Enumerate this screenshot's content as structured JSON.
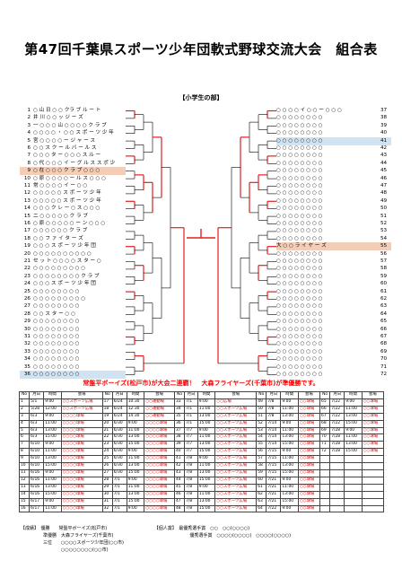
{
  "title": "第47回千葉県スポーツ少年団軟式野球交流大会　組合表",
  "subtitle": "【小学生の部】",
  "left_teams": [
    {
      "num": "1",
      "name": "○ 山 日 ○ ○ クラ ブ ル ー ト"
    },
    {
      "num": "2",
      "name": "井 川 ○ ○ ッ ジ ー ズ"
    },
    {
      "num": "3",
      "name": "一 ○ ○ ○ 山 ○ ○ ○ ○ ク ラ ブ"
    },
    {
      "num": "4",
      "name": "○ ○ ○ ○ ・ ○ ○ ス ポ ー ツ 少 年"
    },
    {
      "num": "5",
      "name": "宮 ○ ○ ○ ○ ー ジ ャ ー ス"
    },
    {
      "num": "6",
      "name": "○ ○ ス ク ー ル バ ー ル ス"
    },
    {
      "num": "7",
      "name": "○ ○ ○ タ ー ○ ○ ○ ス ル ー"
    },
    {
      "num": "8",
      "name": "○ 代 ○ ○ ○ イ ー グ ル ス ス ポ 少"
    },
    {
      "num": "9",
      "name": "○ 在 ○ ○ ○ ク ラ ブ ○ ○ ○"
    },
    {
      "num": "10",
      "name": "○ 原 ○ ○ ○ ○ ー ル ス ○ ○ ○"
    },
    {
      "num": "11",
      "name": "常 ○ ○ ○ ○ イ ー ○ ○"
    },
    {
      "num": "12",
      "name": "○ ○ ○ ○ ○ ス ポ ー ツ 少 年"
    },
    {
      "num": "13",
      "name": "○ ○ ○ ○ ○ ス ポ ー ツ 少 年"
    },
    {
      "num": "14",
      "name": "○ ○ ○ ク レ ー ○ ス ○ ○ ○"
    },
    {
      "num": "15",
      "name": "二 ○ ○ ○ ○ ○ ク ラ ブ"
    },
    {
      "num": "16",
      "name": "○ 原 ○ ○ ○ ○ ○ ー ン ○ ○ ○"
    },
    {
      "num": "17",
      "name": "○ ○ ○ ○ ○ ○ ク ラ ブ"
    },
    {
      "num": "18",
      "name": "○ ○ フ ァ イ タ ー ズ"
    },
    {
      "num": "19",
      "name": "○ ○ ○ ス ポ ー ツ 少 年 団"
    },
    {
      "num": "20",
      "name": "○ ○ ○ ○ ○ ○ ○ ○ ○ ○"
    },
    {
      "num": "21",
      "name": "セ ッ ト ○ ○ ○ ○ ス タ ー ○"
    },
    {
      "num": "22",
      "name": "○ ○ ○ ○ ○ ○ ○ ○ ○"
    },
    {
      "num": "23",
      "name": "○ ○ ○ ○ ○ ○ ○ ○ ク ラ ブ"
    },
    {
      "num": "24",
      "name": "○ ○ ○ ス ポ ー ツ 少 年 団"
    },
    {
      "num": "25",
      "name": "○ ○ ○ ○ ○ ○ ○ ○"
    },
    {
      "num": "26",
      "name": "○ ○ ○ ○ ○ ○ ○ ○ ○"
    },
    {
      "num": "27",
      "name": "○ ○ ○ ○ ○ ○ ○ ○"
    },
    {
      "num": "28",
      "name": "○ ○ ス タ ー ○ ○"
    },
    {
      "num": "29",
      "name": "○ ○ ○ ○ ○ ○ ○ ○"
    },
    {
      "num": "30",
      "name": "○ ○ ○ ○ ○ ○ ○ ○"
    },
    {
      "num": "31",
      "name": "○ ○ ○ ○ ○ ○ ○ ○"
    },
    {
      "num": "32",
      "name": "○ ○ ○ ○ ○ ○ ○ ○"
    },
    {
      "num": "33",
      "name": "○ ○ ○ ○ ○ ○ ○ ○"
    },
    {
      "num": "34",
      "name": "○ ○ ○ ○ ○ ○ ○ ○"
    },
    {
      "num": "35",
      "name": "○ ○ ○ ○ ○ ○ ○ ○"
    },
    {
      "num": "36",
      "name": "○ ○ ○ ○ ○ ○ ○ ○"
    }
  ],
  "right_teams": [
    {
      "num": "37",
      "name": "○ ○ ○ ○ イ ○ ○ ー ○ ○ ○"
    },
    {
      "num": "38",
      "name": "○ ○ ○ ○ ○ ○ ○ ○"
    },
    {
      "num": "39",
      "name": "○ ○ ○ ○ ○ ○ ○ ○"
    },
    {
      "num": "40",
      "name": "○ ○ ○ ○ ○ ○ ○ ○"
    },
    {
      "num": "41",
      "name": "○ ○ ○ ○ ○ ○ ○ ○"
    },
    {
      "num": "42",
      "name": "○ ○ ○ ○ ○ ○ ○ ○"
    },
    {
      "num": "43",
      "name": "○ ○ ○ ○ ○ ○ ○ ○"
    },
    {
      "num": "44",
      "name": "○ ○ ○ ○ ○ ○ ○ ○"
    },
    {
      "num": "45",
      "name": "○ ○ ○ ○ ○ ○ ○ ○"
    },
    {
      "num": "46",
      "name": "○ ○ ○ ○ ○ ○ ○ ○"
    },
    {
      "num": "47",
      "name": "○ ○ ○ ○ ○ ○ ○ ○"
    },
    {
      "num": "48",
      "name": "○ ○ ○ ○ ○ ○ ○ ○"
    },
    {
      "num": "49",
      "name": "○ ○ ○ ○ ○ ○ ○ ○"
    },
    {
      "num": "50",
      "name": "○ ○ ○ ○ ○ ○ ○ ○"
    },
    {
      "num": "51",
      "name": "○ ○ ○ ○ ○ ○ ○ ○"
    },
    {
      "num": "52",
      "name": "○ ○ ○ ○ ○ ○ ○ ○"
    },
    {
      "num": "53",
      "name": "○ ○ ○ ○ ○ ○ ○ ○"
    },
    {
      "num": "54",
      "name": "○ ○ ○ ○ ○ ○ ○ ○"
    },
    {
      "num": "55",
      "name": "大 ○ ○ ラ イ ヤ ー ズ"
    },
    {
      "num": "56",
      "name": "○ ○ ○ ○ ○ ○ ○ ○"
    },
    {
      "num": "57",
      "name": "○ ○ ○ ○ ○ ○ ○ ○"
    },
    {
      "num": "58",
      "name": "○ ○ ○ ○ ○ ○ ○ ○"
    },
    {
      "num": "59",
      "name": "○ ○ ○ ○ ○ ○ ○ ○"
    },
    {
      "num": "60",
      "name": "○ ○ ○ ○ ○ ○ ○ ○"
    },
    {
      "num": "61",
      "name": "○ ○ ○ ○ ○ ○ ○ ○"
    },
    {
      "num": "62",
      "name": "○ ○ ○ ○ ○ ○ ○ ○"
    },
    {
      "num": "63",
      "name": "○ ○ ○ ○ ○ ○ ○ ○"
    },
    {
      "num": "64",
      "name": "○ ○ ○ ○ ○ ○ ○ ○"
    },
    {
      "num": "65",
      "name": "○ ○ ○ ○ ○ ○ ○ ○"
    },
    {
      "num": "66",
      "name": "○ ○ ○ ○ ○ ○ ○ ○"
    },
    {
      "num": "67",
      "name": "○ ○ ○ ○ ○ ○ ○ ○"
    },
    {
      "num": "68",
      "name": "○ ○ ○ ○ ○ ○ ○ ○"
    },
    {
      "num": "69",
      "name": "○ ○ ○ ○ ○ ○ ○ ○"
    },
    {
      "num": "70",
      "name": "○ ○ ○ ○ ○ ○ ○ ○"
    },
    {
      "num": "71",
      "name": "○ ○ ○ ○ ○ ○ ○ ○"
    },
    {
      "num": "72",
      "name": "○ ○ ○ ○ ○ ○ ○ ○"
    }
  ],
  "highlights": {
    "left": [
      9
    ],
    "right": [
      19
    ],
    "left_blue": [
      36
    ],
    "right_blue": [
      5
    ]
  },
  "colors": {
    "winner_line": "#e02020",
    "highlight": "#f3cdb7",
    "banner": "#ff0000"
  },
  "banner": "常盤平ボーイズ(松戸市)が大会二連覇！　大森フライヤーズ(千葉市)が準優勝です。",
  "schedule": {
    "headers": [
      "No",
      "月日",
      "時間",
      "会場",
      "No",
      "月日",
      "時間",
      "会場",
      "No",
      "月日",
      "時間",
      "会場",
      "No",
      "月日",
      "時間",
      "会場",
      "No",
      "月日",
      "時間",
      "会場"
    ],
    "rows": [
      [
        "1",
        "5/1",
        "9:00",
        "○○スポーツ広場",
        "17",
        "6/24",
        "10:30",
        "○○運動場",
        "33",
        "7/1",
        "9:00",
        "○○広場",
        "49",
        "7/8",
        "9:00",
        "○○球場",
        "65",
        "7/22",
        "9:00",
        "○○球場"
      ],
      [
        "2",
        "5/28",
        "12:00",
        "○○スポーツ広場",
        "18",
        "6/24",
        "12:30",
        "○○運動場",
        "34",
        "7/1",
        "11:00",
        "○○スポーツ広場",
        "50",
        "7/8",
        "11:00",
        "○○球場",
        "66",
        "7/22",
        "11:00",
        "○○球場"
      ],
      [
        "3",
        "6/3",
        "9:00",
        "○○○○球場",
        "19",
        "6/24",
        "14:30",
        "○○運動場",
        "35",
        "7/1",
        "13:00",
        "○○スポーツ広場",
        "51",
        "7/8",
        "13:00",
        "○○球場",
        "67",
        "7/22",
        "13:00",
        "○○球場"
      ],
      [
        "4",
        "6/3",
        "11:00",
        "○○○○球場",
        "20",
        "6/30",
        "9:00",
        "○○○○球場",
        "36",
        "7/1",
        "15:00",
        "○○スポーツ広場",
        "52",
        "7/14",
        "9:00",
        "○○球場",
        "68",
        "7/22",
        "15:00",
        "○○球場"
      ],
      [
        "5",
        "6/3",
        "13:00",
        "○○○○球場",
        "21",
        "6/30",
        "11:00",
        "○○○○球場",
        "37",
        "7/7",
        "9:00",
        "○○スポーツ広場",
        "53",
        "7/14",
        "11:00",
        "○○球場",
        "69",
        "7/28",
        "9:00",
        "○○球場"
      ],
      [
        "6",
        "6/3",
        "15:00",
        "○○○○球場",
        "22",
        "6/30",
        "13:00",
        "○○○○球場",
        "38",
        "7/7",
        "11:00",
        "○○スポーツ広場",
        "54",
        "7/14",
        "13:00",
        "○○球場",
        "70",
        "7/28",
        "11:00",
        "○○球場"
      ],
      [
        "7",
        "6/10",
        "9:00",
        "○○○○球場",
        "23",
        "6/30",
        "15:00",
        "○○○○球場",
        "39",
        "7/7",
        "13:00",
        "○○スポーツ広場",
        "55",
        "7/14",
        "15:00",
        "○○球場",
        "71",
        "7/28",
        "13:00",
        "○○球場"
      ],
      [
        "8",
        "6/10",
        "11:00",
        "○○○○球場",
        "24",
        "6/30",
        "9:00",
        "○○○○球場",
        "40",
        "7/7",
        "15:00",
        "○○スポーツ広場",
        "56",
        "7/15",
        "9:00",
        "○○球場",
        "72",
        "7/28",
        "15:00",
        "○○球場"
      ],
      [
        "9",
        "6/10",
        "13:00",
        "○○○○球場",
        "25",
        "6/30",
        "11:00",
        "○○○○球場",
        "41",
        "7/8",
        "9:00",
        "○○スポーツ広場",
        "57",
        "7/15",
        "11:00",
        "○○球場",
        "",
        "",
        "",
        ""
      ],
      [
        "10",
        "6/10",
        "15:00",
        "○○○○球場",
        "26",
        "6/30",
        "13:00",
        "○○○○球場",
        "42",
        "7/8",
        "11:00",
        "○○スポーツ広場",
        "58",
        "7/15",
        "13:00",
        "○○球場",
        "",
        "",
        "",
        ""
      ],
      [
        "11",
        "6/16",
        "9:00",
        "○○○○球場",
        "27",
        "6/30",
        "15:00",
        "○○○○球場",
        "43",
        "7/8",
        "13:00",
        "○○スポーツ広場",
        "59",
        "7/15",
        "15:00",
        "○○球場",
        "",
        "",
        "",
        ""
      ],
      [
        "12",
        "6/16",
        "11:00",
        "○○○○球場",
        "28",
        "7/1",
        "9:00",
        "○○○○球場",
        "44",
        "7/8",
        "15:00",
        "○○スポーツ広場",
        "60",
        "7/21",
        "9:00",
        "○○球場",
        "",
        "",
        "",
        ""
      ],
      [
        "13",
        "6/16",
        "13:00",
        "○○○○球場",
        "29",
        "7/1",
        "11:00",
        "○○○○球場",
        "45",
        "7/8",
        "9:00",
        "○○スポーツ広場",
        "61",
        "7/21",
        "11:00",
        "○○球場",
        "",
        "",
        "",
        ""
      ],
      [
        "14",
        "6/16",
        "15:00",
        "○○○○球場",
        "30",
        "7/1",
        "13:00",
        "○○○○球場",
        "46",
        "7/8",
        "11:00",
        "○○スポーツ広場",
        "62",
        "7/21",
        "13:00",
        "○○球場",
        "",
        "",
        "",
        ""
      ],
      [
        "15",
        "6/17",
        "9:00",
        "○○○○球場",
        "31",
        "7/1",
        "15:00",
        "○○○○球場",
        "47",
        "7/8",
        "13:00",
        "○○スポーツ広場",
        "63",
        "7/21",
        "15:00",
        "○○球場",
        "",
        "",
        "",
        ""
      ],
      [
        "16",
        "6/17",
        "11:00",
        "○○○○球場",
        "32",
        "7/1",
        "9:00",
        "○○○○球場",
        "48",
        "7/8",
        "15:00",
        "○○スポーツ広場",
        "64",
        "7/22",
        "9:00",
        "○○球場",
        "",
        "",
        "",
        ""
      ]
    ]
  },
  "footer": [
    "【成績】　優勝　　常盤平ボーイズ(松戸市)　　　　　　　　　　　【個人賞】　最優秀選手賞　○○　○○(○○○○)",
    "　　　　　準優勝　大森フライヤーズ(千葉市)　　　　　　　　　　　　　　　　　優秀選手賞　○○○○(○○○○)　○○○○(○○○○)",
    "　　　　　三位　　○○○○スポーツ少年団(○○市)",
    "　　　　　　　　　○○○○○○○○(○○市)"
  ]
}
